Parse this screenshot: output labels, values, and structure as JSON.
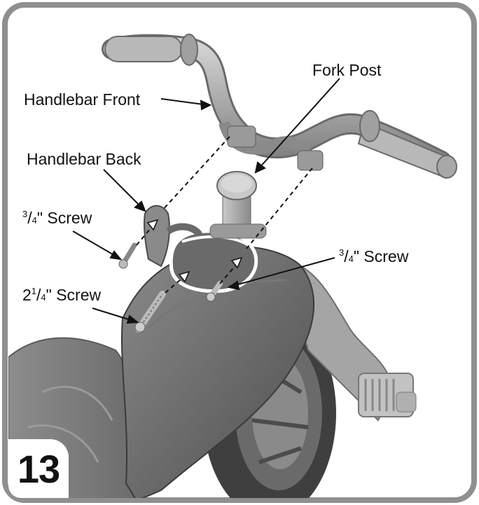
{
  "step": {
    "number": "13"
  },
  "labels": {
    "fork_post": "Fork Post",
    "handlebar_front": "Handlebar Front",
    "handlebar_back": "Handlebar Back",
    "screw_3_4_left": {
      "num": "3",
      "den": "4",
      "suffix": "\" Screw"
    },
    "screw_3_4_right": {
      "num": "3",
      "den": "4",
      "suffix": "\" Screw"
    },
    "screw_2_1_4": {
      "whole": "2",
      "num": "1",
      "den": "4",
      "suffix": "\" Screw"
    }
  },
  "colors": {
    "frame": "#8f8f8f",
    "part_light": "#b9b9b9",
    "part_mid": "#9a9a9a",
    "part_dark": "#5c5c5c",
    "tire": "#3f3f3f"
  }
}
